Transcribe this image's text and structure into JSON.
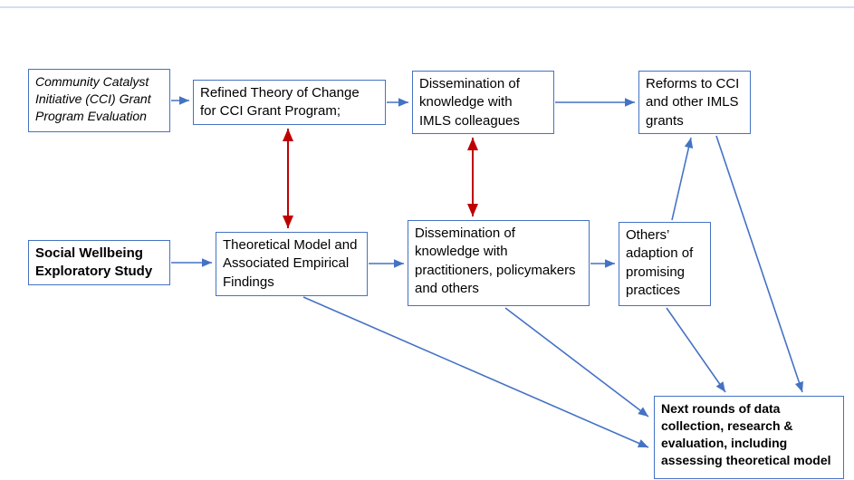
{
  "colors": {
    "box_border": "#4472C4",
    "arrow_blue": "#4472C4",
    "arrow_red": "#C00000",
    "text": "#000000",
    "background": "#FFFFFF"
  },
  "boxes": {
    "cci_evaluation": {
      "label": "Community Catalyst Initiative (CCI) Grant Program Evaluation",
      "style": "italic"
    },
    "refined_theory": {
      "label": "Refined Theory of Change for CCI Grant Program;"
    },
    "dissemination_imls": {
      "label": "Dissemination of knowledge with IMLS colleagues"
    },
    "reforms_imls": {
      "label": "Reforms to CCI and other IMLS grants"
    },
    "social_wellbeing": {
      "label": "Social Wellbeing Exploratory Study",
      "style": "bold"
    },
    "theoretical_model": {
      "label": "Theoretical Model and Associated Empirical Findings"
    },
    "dissemination_practitioners": {
      "label": "Dissemination of knowledge with practitioners, policymakers and others"
    },
    "others_adaption": {
      "label": "Others’ adaption of promising practices"
    },
    "next_rounds": {
      "label": "Next rounds of data collection, research & evaluation, including assessing theoretical model",
      "style": "bold"
    }
  },
  "edges": [
    {
      "from": "cci_evaluation",
      "to": "refined_theory",
      "type": "arrow",
      "color": "blue"
    },
    {
      "from": "refined_theory",
      "to": "dissemination_imls",
      "type": "arrow",
      "color": "blue"
    },
    {
      "from": "dissemination_imls",
      "to": "reforms_imls",
      "type": "arrow",
      "color": "blue"
    },
    {
      "from": "social_wellbeing",
      "to": "theoretical_model",
      "type": "arrow",
      "color": "blue"
    },
    {
      "from": "theoretical_model",
      "to": "dissemination_practitioners",
      "type": "arrow",
      "color": "blue"
    },
    {
      "from": "dissemination_practitioners",
      "to": "others_adaption",
      "type": "arrow",
      "color": "blue"
    },
    {
      "from": "refined_theory",
      "to": "theoretical_model",
      "type": "double-arrow",
      "color": "red"
    },
    {
      "from": "dissemination_imls",
      "to": "dissemination_practitioners",
      "type": "double-arrow",
      "color": "red"
    },
    {
      "from": "others_adaption",
      "to": "reforms_imls",
      "type": "arrow",
      "color": "blue"
    },
    {
      "from": "theoretical_model",
      "to": "next_rounds",
      "type": "arrow",
      "color": "blue"
    },
    {
      "from": "dissemination_practitioners",
      "to": "next_rounds",
      "type": "arrow",
      "color": "blue"
    },
    {
      "from": "others_adaption",
      "to": "next_rounds",
      "type": "arrow",
      "color": "blue"
    },
    {
      "from": "reforms_imls",
      "to": "next_rounds",
      "type": "arrow",
      "color": "blue"
    }
  ]
}
